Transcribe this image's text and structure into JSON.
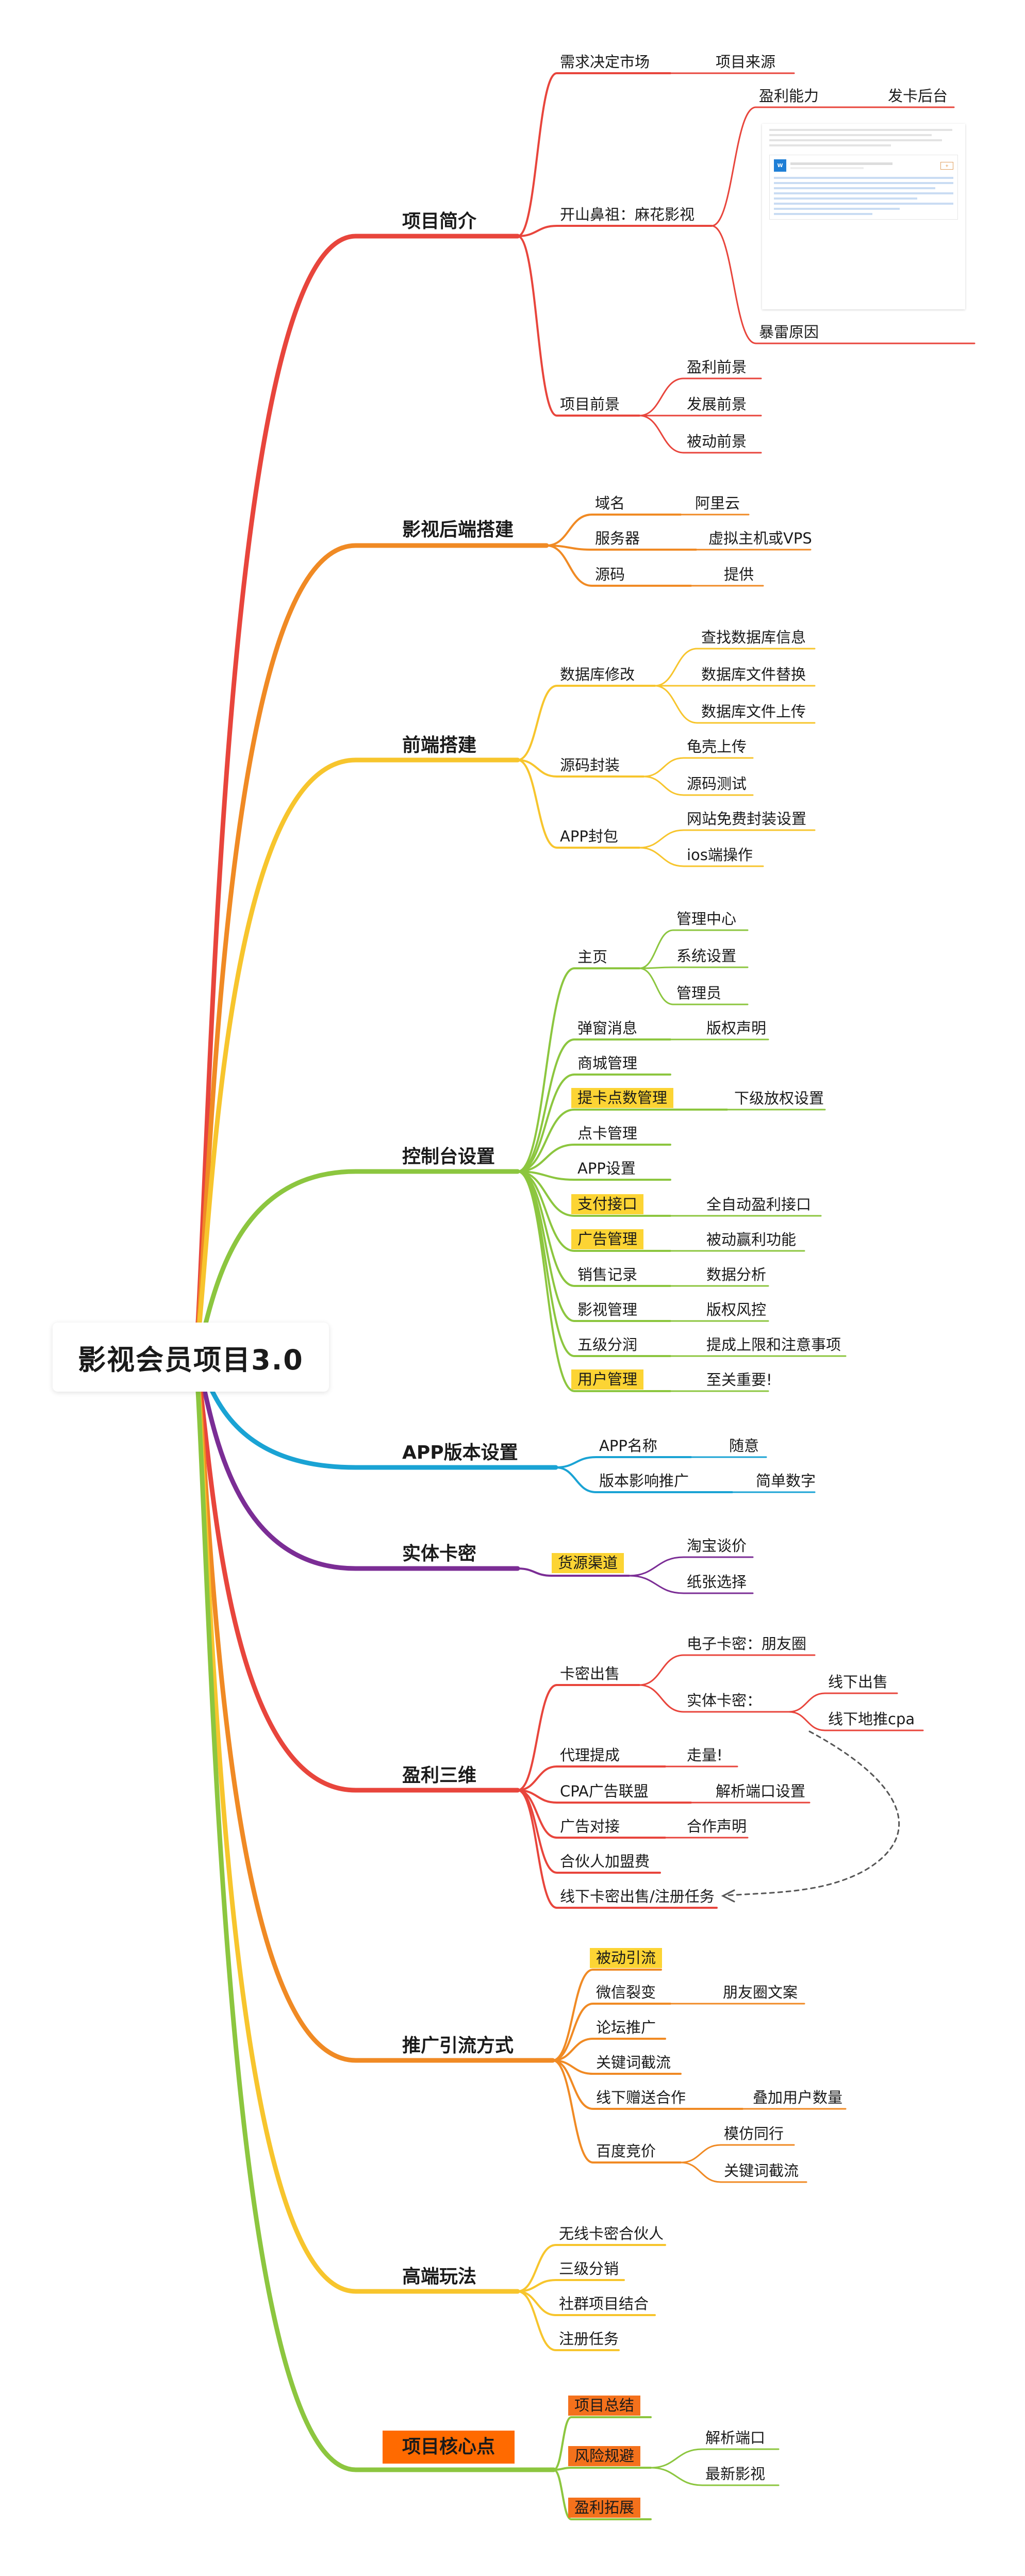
{
  "root": {
    "title": "影视会员项目3.0"
  },
  "colors": {
    "intro": "#e8453c",
    "backend": "#f08a24",
    "frontend": "#f7c52d",
    "console": "#8cc63f",
    "app": "#1aa3d4",
    "card": "#7b2d95",
    "profit": "#e8453c",
    "promo": "#f08a24",
    "adv": "#f7c52d",
    "core": "#8cc63f",
    "highlight_yellow": "#fcd434",
    "highlight_orange": "#f4711c"
  },
  "branches": {
    "intro": {
      "label": "项目简介",
      "market": "需求决定市场",
      "market_src": "项目来源",
      "founder": "开山鼻祖：麻花影视",
      "profit_ability": "盈利能力",
      "card_backend": "发卡后台",
      "thunder": "暴雷原因",
      "prospect": "项目前景",
      "p1": "盈利前景",
      "p2": "发展前景",
      "p3": "被动前景"
    },
    "backend": {
      "label": "影视后端搭建",
      "domain": "域名",
      "domain_val": "阿里云",
      "server": "服务器",
      "server_val": "虚拟主机或VPS",
      "source": "源码",
      "source_val": "提供"
    },
    "frontend": {
      "label": "前端搭建",
      "db": "数据库修改",
      "db1": "查找数据库信息",
      "db2": "数据库文件替换",
      "db3": "数据库文件上传",
      "pack": "源码封装",
      "pack1": "龟壳上传",
      "pack2": "源码测试",
      "app": "APP封包",
      "app1": "网站免费封装设置",
      "app2": "ios端操作"
    },
    "console": {
      "label": "控制台设置",
      "home": "主页",
      "home1": "管理中心",
      "home2": "系统设置",
      "home3": "管理员",
      "popup": "弹窗消息",
      "popup_val": "版权声明",
      "mall": "商城管理",
      "cardnum": "提卡点数管理",
      "cardnum_val": "下级放权设置",
      "points": "点卡管理",
      "appset": "APP设置",
      "pay": "支付接口",
      "pay_val": "全自动盈利接口",
      "ads": "广告管理",
      "ads_val": "被动赢利功能",
      "sales": "销售记录",
      "sales_val": "数据分析",
      "film": "影视管理",
      "film_val": "版权风控",
      "five": "五级分润",
      "five_val": "提成上限和注意事项",
      "users": "用户管理",
      "users_val": "至关重要!"
    },
    "app": {
      "label": "APP版本设置",
      "name": "APP名称",
      "name_val": "随意",
      "ver": "版本影响推广",
      "ver_val": "简单数字"
    },
    "card": {
      "label": "实体卡密",
      "supply": "货源渠道",
      "s1": "淘宝谈价",
      "s2": "纸张选择"
    },
    "profit": {
      "label": "盈利三维",
      "sell": "卡密出售",
      "ecard": "电子卡密：朋友圈",
      "pcard": "实体卡密：",
      "off1": "线下出售",
      "off2": "线下地推cpa",
      "agent": "代理提成",
      "agent_val": "走量!",
      "cpa": "CPA广告联盟",
      "cpa_val": "解析端口设置",
      "adsdock": "广告对接",
      "adsdock_val": "合作声明",
      "partner": "合伙人加盟费",
      "offline": "线下卡密出售/注册任务"
    },
    "promo": {
      "label": "推广引流方式",
      "passive": "被动引流",
      "wechat": "微信裂变",
      "wechat_val": "朋友圈文案",
      "forum": "论坛推广",
      "kw": "关键词截流",
      "gift": "线下赠送合作",
      "gift_val": "叠加用户数量",
      "baidu": "百度竞价",
      "b1": "模仿同行",
      "b2": "关键词截流"
    },
    "adv": {
      "label": "高端玩法",
      "a1": "无线卡密合伙人",
      "a2": "三级分销",
      "a3": "社群项目结合",
      "a4": "注册任务"
    },
    "core": {
      "label": "项目核心点",
      "summary": "项目总结",
      "risk": "风险规避",
      "r1": "解析端口",
      "r2": "最新影视",
      "expand": "盈利拓展"
    }
  }
}
